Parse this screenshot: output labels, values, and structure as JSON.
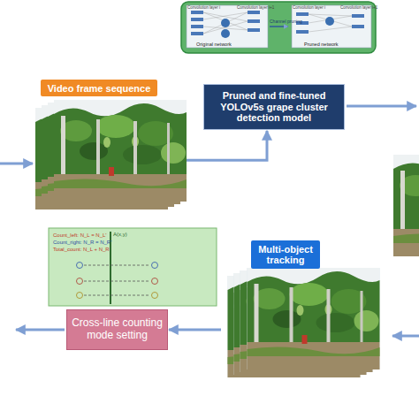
{
  "diagram": {
    "nodes": [
      {
        "text": [
          "Video frame sequence"
        ]
      },
      {
        "text": [
          "Pruned and fine-tuned YOLOv5s grape cluster detection model"
        ]
      },
      {
        "text": [
          "Multi-object tracking"
        ]
      },
      {
        "text": [
          "Cross-line counting mode setting"
        ]
      }
    ],
    "edges": [
      {
        "from": 0,
        "to": 1,
        "arrow": "to"
      },
      {
        "from": 2,
        "to": 3,
        "arrow": "to"
      }
    ],
    "labels": [
      "Original network",
      "Channel pruning",
      "Pruned network",
      "Convolution layer i",
      "Convolution layer i+1",
      "Convolution layer i",
      "Convolution layer i+1",
      "Count_left: N_L = N_L'",
      "Count_right: N_R = N_R'",
      "Total_count: N_L + N_R",
      "A(x,y)"
    ]
  }
}
